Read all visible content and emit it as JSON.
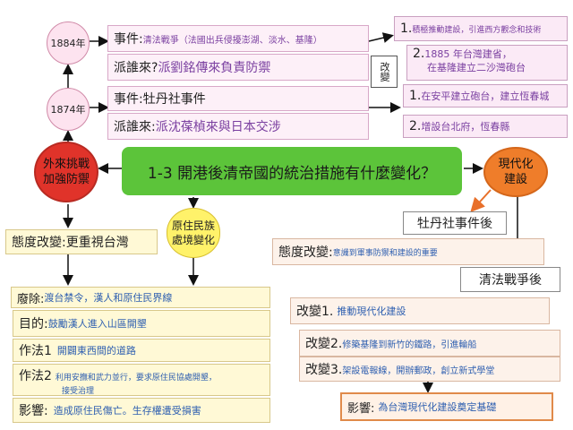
{
  "center": {
    "title": "1-3 開港後清帝國的統治措施有什麼變化？"
  },
  "years": {
    "y1884": "1884年",
    "y1874": "1874年"
  },
  "ev1884": {
    "event_label": "事件:",
    "event_text": "清法戰爭（法國出兵侵擾澎湖、淡水、基隆）",
    "who_label": "派誰來?",
    "who_text": "派劉銘傳來負責防禦"
  },
  "ev1874": {
    "event_label": "事件:",
    "event_text": "牡丹社事件",
    "who_label": "派誰來:",
    "who_text": "派沈葆楨來與日本交涉"
  },
  "change_label": "改變",
  "right_top": {
    "a1_num": "1.",
    "a1": "積極推動建設，引進西方觀念和技術",
    "a2_num": "2.",
    "a2_line1": "1885 年台灣建省，",
    "a2_line2": "在基隆建立二沙灣砲台",
    "b1_num": "1.",
    "b1": "在安平建立砲台，建立恆春城",
    "b2_num": "2.",
    "b2": "增設台北府，恆春縣"
  },
  "left": {
    "node": "外來挑戰加強防禦",
    "node_line1": "外來挑戰",
    "node_line2": "加強防禦",
    "attitude_label": "態度改變:",
    "attitude_text": "更重視台灣",
    "abolish_label": "廢除:",
    "abolish_text": "渡台禁令，漢人和原住民界線",
    "goal_label": "目的:",
    "goal_text": "鼓勵漢人進入山區開墾",
    "m1_label": "作法1",
    "m1_text": "開闢東西間的道路",
    "m2_label": "作法2",
    "m2_line1": "利用安撫和武力並行，要求原住民協處開墾，",
    "m2_line2": "接受治理",
    "impact_label": "影響:",
    "impact_text": "造成原住民傷亡。生存權遭受損害"
  },
  "mid": {
    "node_line1": "原住民族",
    "node_line2": "處境變化"
  },
  "right": {
    "node_line1": "現代化",
    "node_line2": "建設",
    "mudan_after": "牡丹社事件後",
    "attitude_label": "態度改變:",
    "attitude_text": "意識到軍事防禦和建設的重要",
    "war_after": "清法戰爭後",
    "c1_label": "改變1.",
    "c1_text": "推動現代化建設",
    "c2_label": "改變2.",
    "c2_text": "修築基隆到新竹的鐵路，引進輪船",
    "c3_label": "改變3.",
    "c3_text": "架設電報線，開辦郵政，創立新式學堂",
    "impact_label": "影響:",
    "impact_text": "為台灣現代化建設奠定基礎"
  }
}
